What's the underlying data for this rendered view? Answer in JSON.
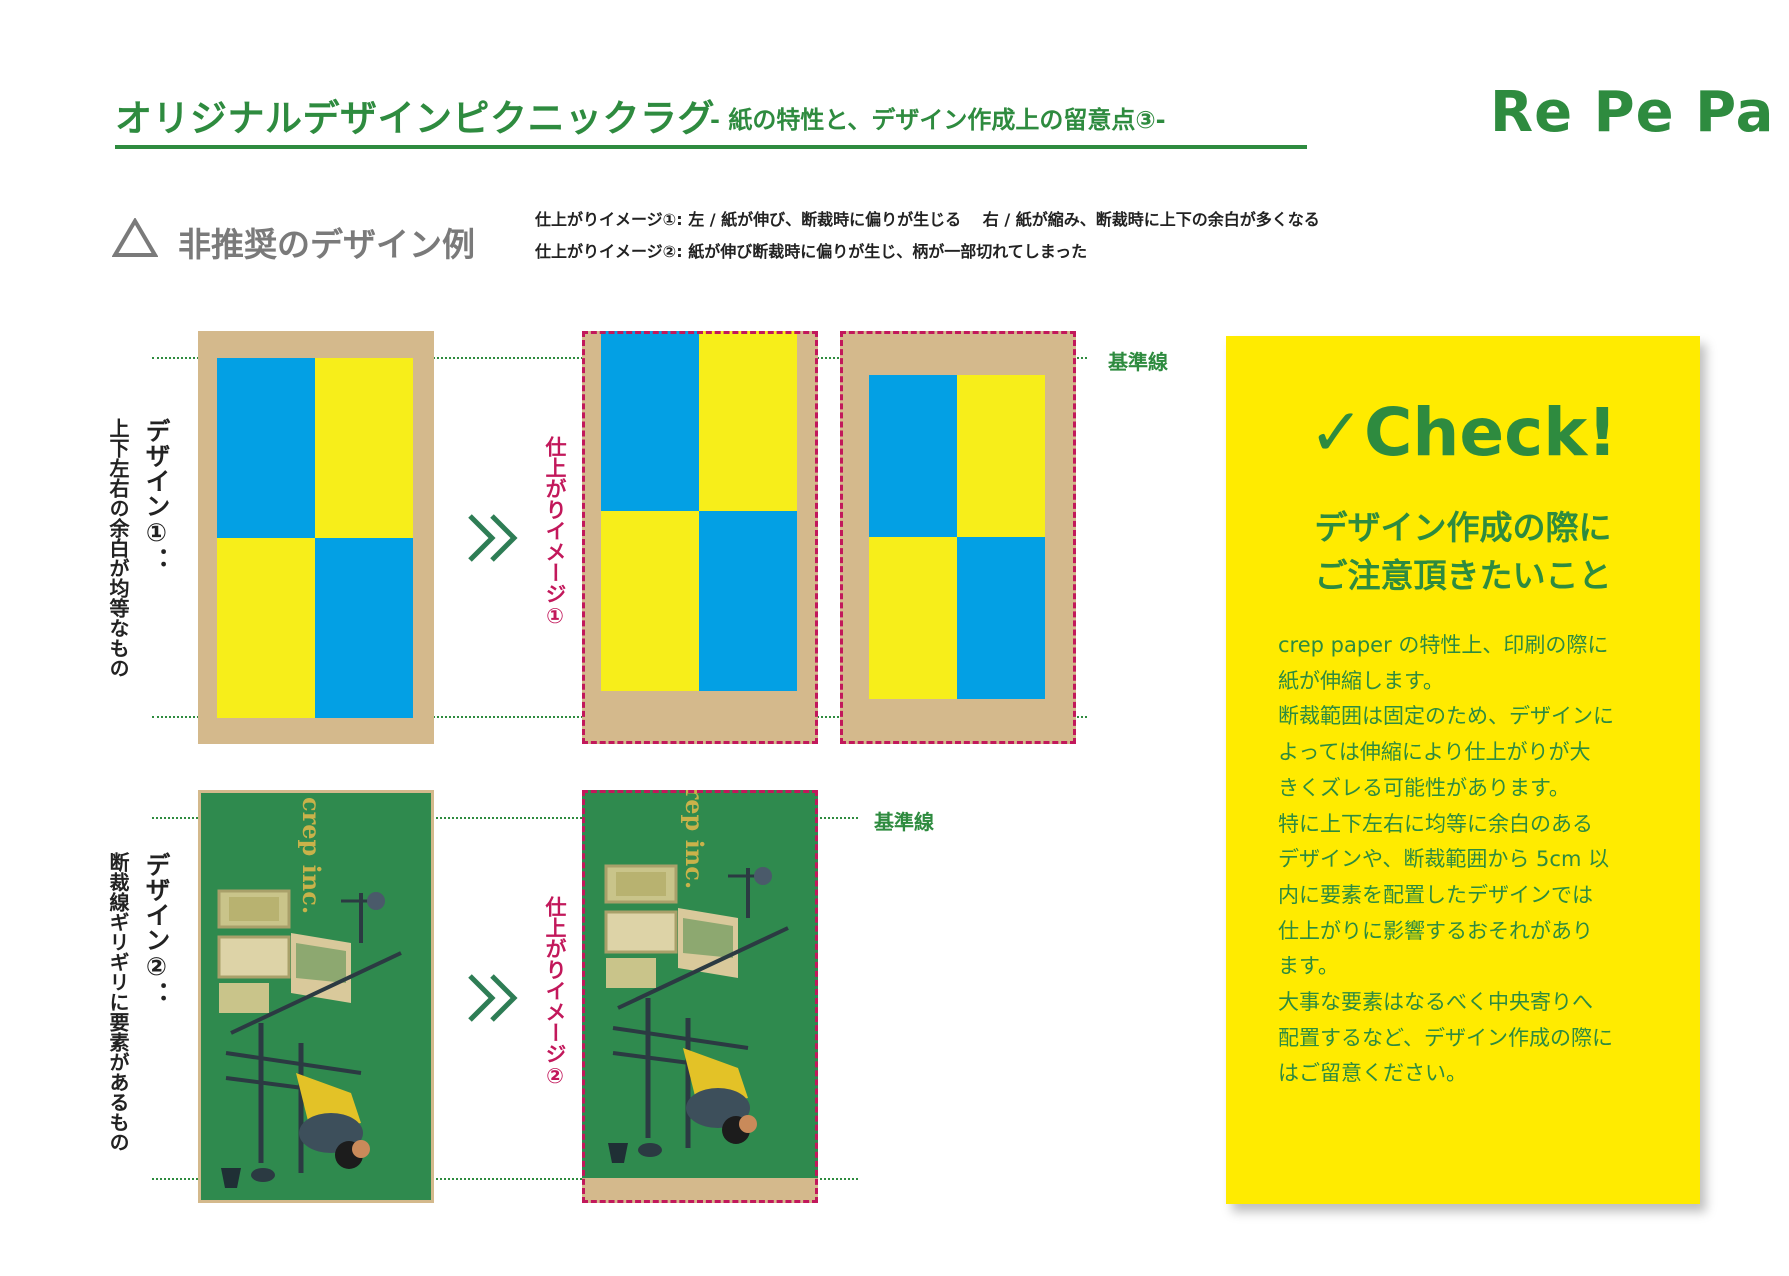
{
  "header": {
    "title": "オリジナルデザインピクニックラグ",
    "subtitle": "- 紙の特性と、デザイン作成上の留意点③-",
    "logo": "Re Pe Pa"
  },
  "section": {
    "label": "非推奨のデザイン例",
    "icon": "warning-triangle-icon"
  },
  "notes": [
    "仕上がりイメージ①: 左 / 紙が伸び、断裁時に偏りが生じる　 右 / 紙が縮み、断裁時に上下の余白が多くなる",
    "仕上がりイメージ②: 紙が伸び断裁時に偏りが生じ、柄が一部切れてしまった"
  ],
  "design1": {
    "title": "デザイン①：",
    "description": "上下左右の余白が均等なもの",
    "result_label": "仕上がりイメージ①",
    "guide_label": "基準線"
  },
  "design2": {
    "title": "デザイン②：",
    "description": "断裁線ギリギリに要素があるもの",
    "result_label": "仕上がりイメージ②",
    "guide_label": "基準線",
    "brand_text": "crep inc."
  },
  "check": {
    "title": "✓Check!",
    "heading_lines": [
      "デザイン作成の際に",
      "ご注意頂きたいこと"
    ],
    "body_lines": [
      "crep paper の特性上、印刷の際に",
      "紙が伸縮します。",
      "断裁範囲は固定のため、デザインに",
      "よっては伸縮により仕上がりが大",
      "きくズレる可能性があります。",
      "特に上下左右に均等に余白のある",
      "デザインや、断裁範囲から 5cm 以",
      "内に要素を配置したデザインでは",
      "仕上がりに影響するおそれがあり",
      "ます。",
      "大事な要素はなるべく中央寄りへ",
      "配置するなど、デザイン作成の際に",
      "はご留意ください。"
    ]
  },
  "colors": {
    "brand_green": "#2e8b3f",
    "kraft": "#d4b98c",
    "blue": "#03a0e4",
    "yellow": "#f7ee1a",
    "rug_green": "#2f8a4e",
    "magenta": "#c2185b",
    "check_yellow": "#ffeb00"
  }
}
